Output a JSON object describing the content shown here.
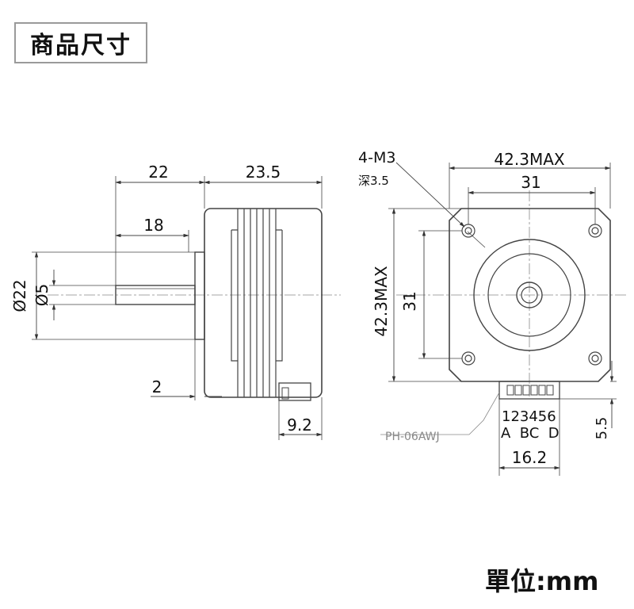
{
  "title": "商品尺寸",
  "unit_label": "單位:mm",
  "side_view": {
    "shaft_length": "22",
    "body_length": "23.5",
    "shaft_flat_length": "18",
    "shaft_diameter_outer": "Ø22",
    "shaft_diameter": "Ø5",
    "flange_thickness": "2",
    "connector_offset": "9.2"
  },
  "front_view": {
    "screw_spec": "4-M3",
    "screw_depth": "深3.5",
    "width_max": "42.3MAX",
    "hole_spacing_h": "31",
    "height_max": "42.3MAX",
    "hole_spacing_v": "31",
    "pin_numbers": "123456",
    "pin_phases": "A  BC  D",
    "connector_height": "5.5",
    "connector_model": "PH-06AWJ",
    "connector_width": "16.2"
  }
}
